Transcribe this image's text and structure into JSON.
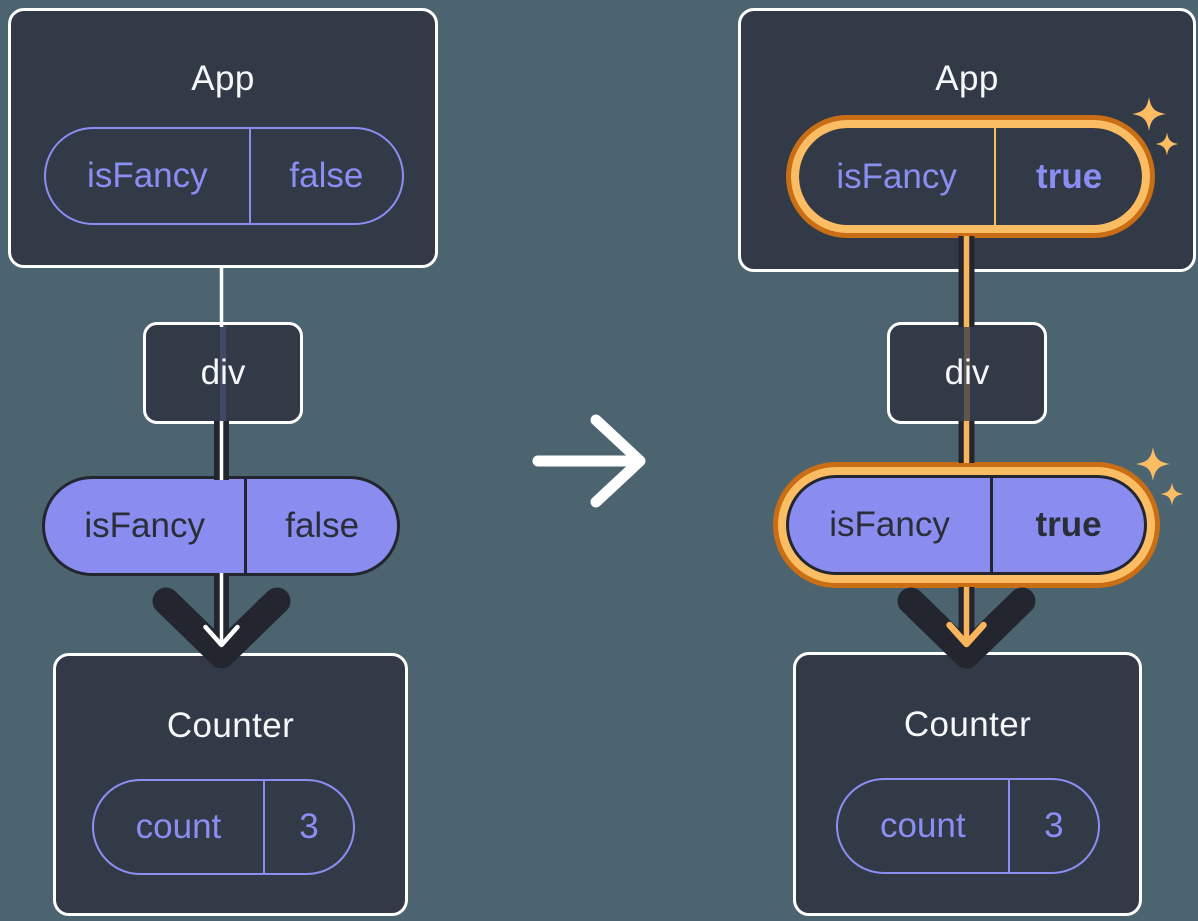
{
  "before": {
    "app": {
      "title": "App",
      "prop_name": "isFancy",
      "prop_value": "false"
    },
    "div_label": "div",
    "passed_prop": {
      "name": "isFancy",
      "value": "false"
    },
    "counter": {
      "title": "Counter",
      "state_name": "count",
      "state_value": "3"
    }
  },
  "after": {
    "app": {
      "title": "App",
      "prop_name": "isFancy",
      "prop_value": "true"
    },
    "div_label": "div",
    "passed_prop": {
      "name": "isFancy",
      "value": "true"
    },
    "counter": {
      "title": "Counter",
      "state_name": "count",
      "state_value": "3"
    }
  },
  "colors": {
    "background": "#4B6470",
    "card": "#333A47",
    "purple": "#8A8EF2",
    "purple_fill": "#8A8CEF",
    "arrow_dark": "#23262F",
    "orange_ring_outer": "#C96E14",
    "orange_ring_inner": "#FBBD63",
    "orange_arrow": "#F9B45C",
    "white": "#FFFFFF"
  }
}
